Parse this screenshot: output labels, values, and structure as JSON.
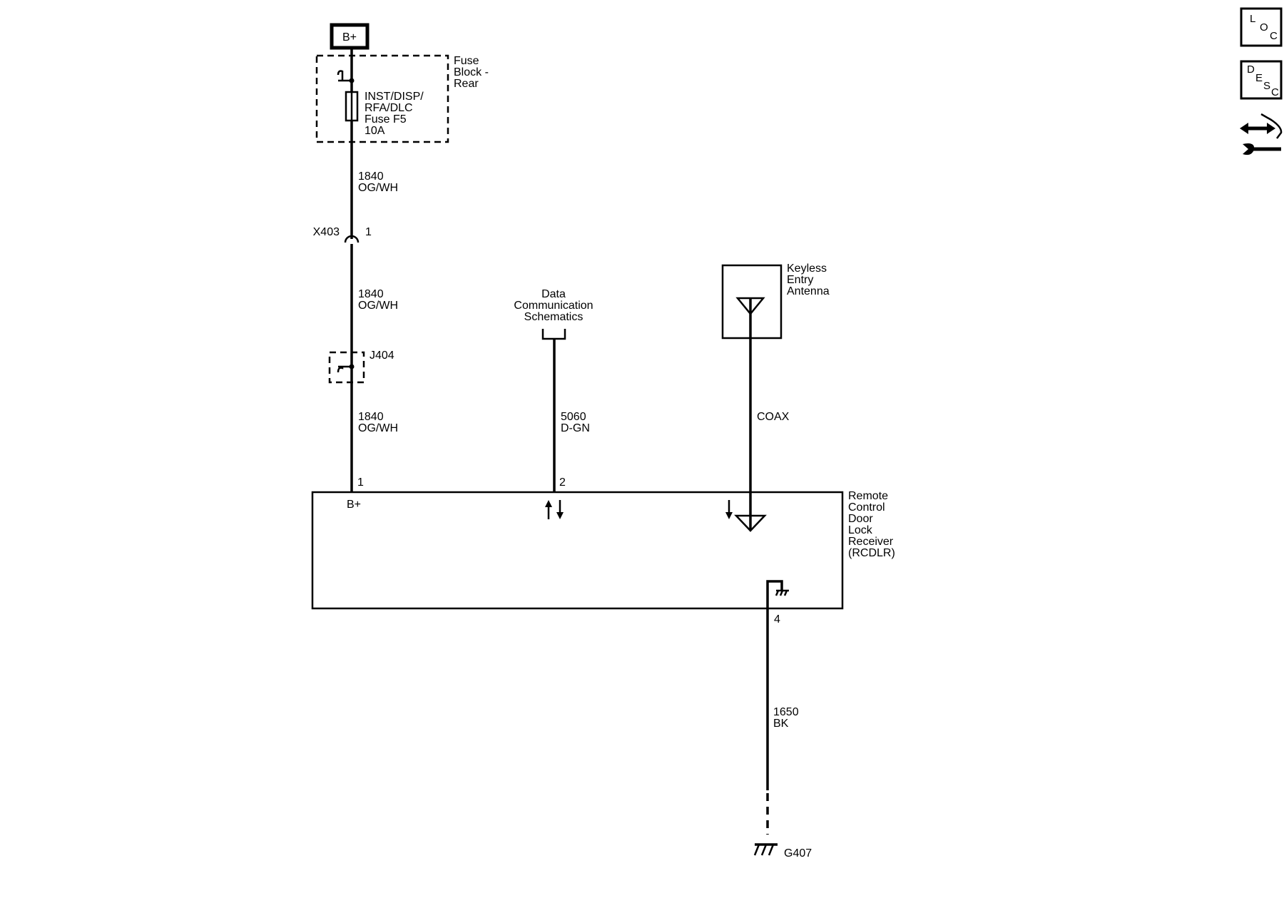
{
  "power_source": {
    "label": "B+"
  },
  "fuse_block": {
    "name_lines": [
      "Fuse",
      "Block -",
      "Rear"
    ],
    "fuse_lines": [
      "INST/DISP/",
      "RFA/DLC",
      "Fuse F5",
      "10A"
    ]
  },
  "wire_segments": [
    {
      "circuit": "1840",
      "color": "OG/WH"
    },
    {
      "circuit": "1840",
      "color": "OG/WH"
    },
    {
      "circuit": "1840",
      "color": "OG/WH"
    },
    {
      "circuit": "5060",
      "color": "D-GN"
    },
    {
      "circuit": "1650",
      "color": "BK"
    }
  ],
  "connector_x403": {
    "label": "X403",
    "pin": "1"
  },
  "splice_j404": {
    "label": "J404"
  },
  "data_comm_ref": {
    "lines": [
      "Data",
      "Communication",
      "Schematics"
    ]
  },
  "antenna": {
    "name_lines": [
      "Keyless",
      "Entry",
      "Antenna"
    ],
    "cable_label": "COAX"
  },
  "module": {
    "name_lines": [
      "Remote",
      "Control",
      "Door",
      "Lock",
      "Receiver",
      "(RCDLR)"
    ],
    "pins": {
      "power": "1",
      "data": "2",
      "ground": "4"
    },
    "power_label": "B+"
  },
  "ground": {
    "label": "G407"
  },
  "nav_buttons": [
    {
      "top": "L",
      "mid": "O",
      "bot": "C"
    },
    {
      "top": "D",
      "mid": "E",
      "bot2": "S",
      "bot": "C"
    }
  ],
  "nav_icons": [
    "connector-repair-icon"
  ]
}
